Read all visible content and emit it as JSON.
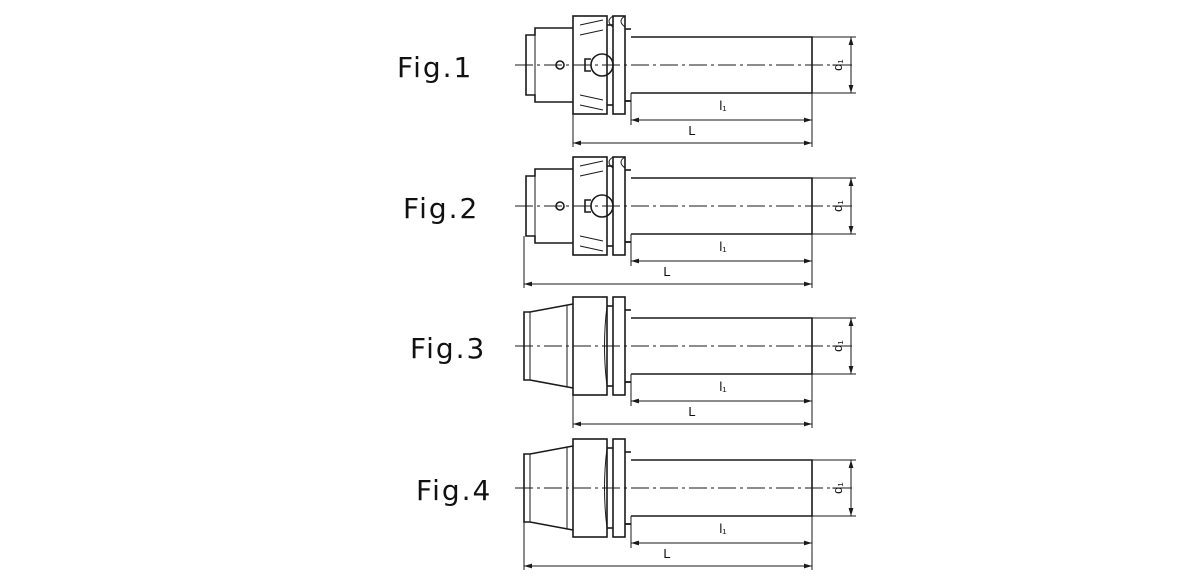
{
  "figures": [
    {
      "label": "Fig.1",
      "variant": "slotted",
      "long_L": false,
      "d_label": "d₁",
      "l_label": "l₁",
      "L_label": "L"
    },
    {
      "label": "Fig.2",
      "variant": "slotted",
      "long_L": true,
      "d_label": "d₁",
      "l_label": "l₁",
      "L_label": "L"
    },
    {
      "label": "Fig.3",
      "variant": "plain",
      "long_L": false,
      "d_label": "d₁",
      "l_label": "l₁",
      "L_label": "L"
    },
    {
      "label": "Fig.4",
      "variant": "plain",
      "long_L": true,
      "d_label": "d₁",
      "l_label": "l₁",
      "L_label": "L"
    }
  ],
  "colors": {
    "line": "#1a1a1a",
    "background": "#ffffff"
  }
}
